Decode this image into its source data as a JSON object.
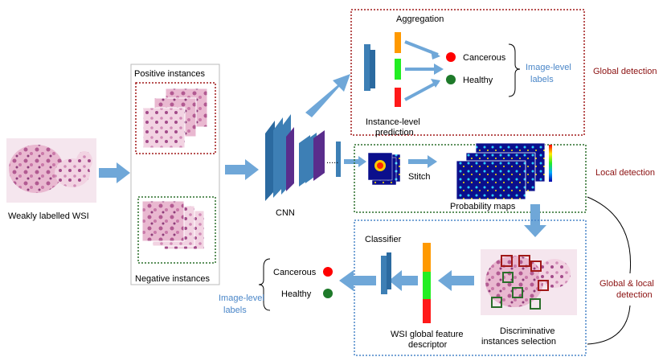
{
  "labels": {
    "wsi": "Weakly labelled WSI",
    "positive_instances": "Positive instances",
    "negative_instances": "Negative instances",
    "cnn": "CNN",
    "aggregation": "Aggregation",
    "instance_level_1": "Instance-level",
    "instance_level_2": "prediction",
    "cancerous_top": "Cancerous",
    "healthy_top": "Healthy",
    "image_level_top_1": "Image-level",
    "image_level_top_2": "labels",
    "global_detection": "Global detection",
    "stitch": "Stitch",
    "probability_maps": "Probability maps",
    "local_detection": "Local detection",
    "classifier": "Classifier",
    "cancerous_bottom": "Cancerous",
    "healthy_bottom": "Healthy",
    "image_level_bottom_1": "Image-level",
    "image_level_bottom_2": "labels",
    "wsi_descriptor_1": "WSI global feature",
    "wsi_descriptor_2": "descriptor",
    "discriminative_1": "Discriminative",
    "discriminative_2": "instances selection",
    "global_local_1": "Global & local",
    "global_local_2": "detection"
  },
  "colors": {
    "arrow": "#6fa7d8",
    "cnn_block": "#3d7fb5",
    "cnn_inner": "#5a2d8c",
    "cancerous": "#ff0000",
    "healthy": "#1e7a2a",
    "bar_orange": "#ff9900",
    "bar_green": "#22ee22",
    "bar_red": "#ff1a1a",
    "box_red": "#a01818",
    "box_green": "#2a6e2a",
    "box_blue": "#4a86c8",
    "text_blue": "#4a86c8",
    "text_red": "#8b1010"
  }
}
